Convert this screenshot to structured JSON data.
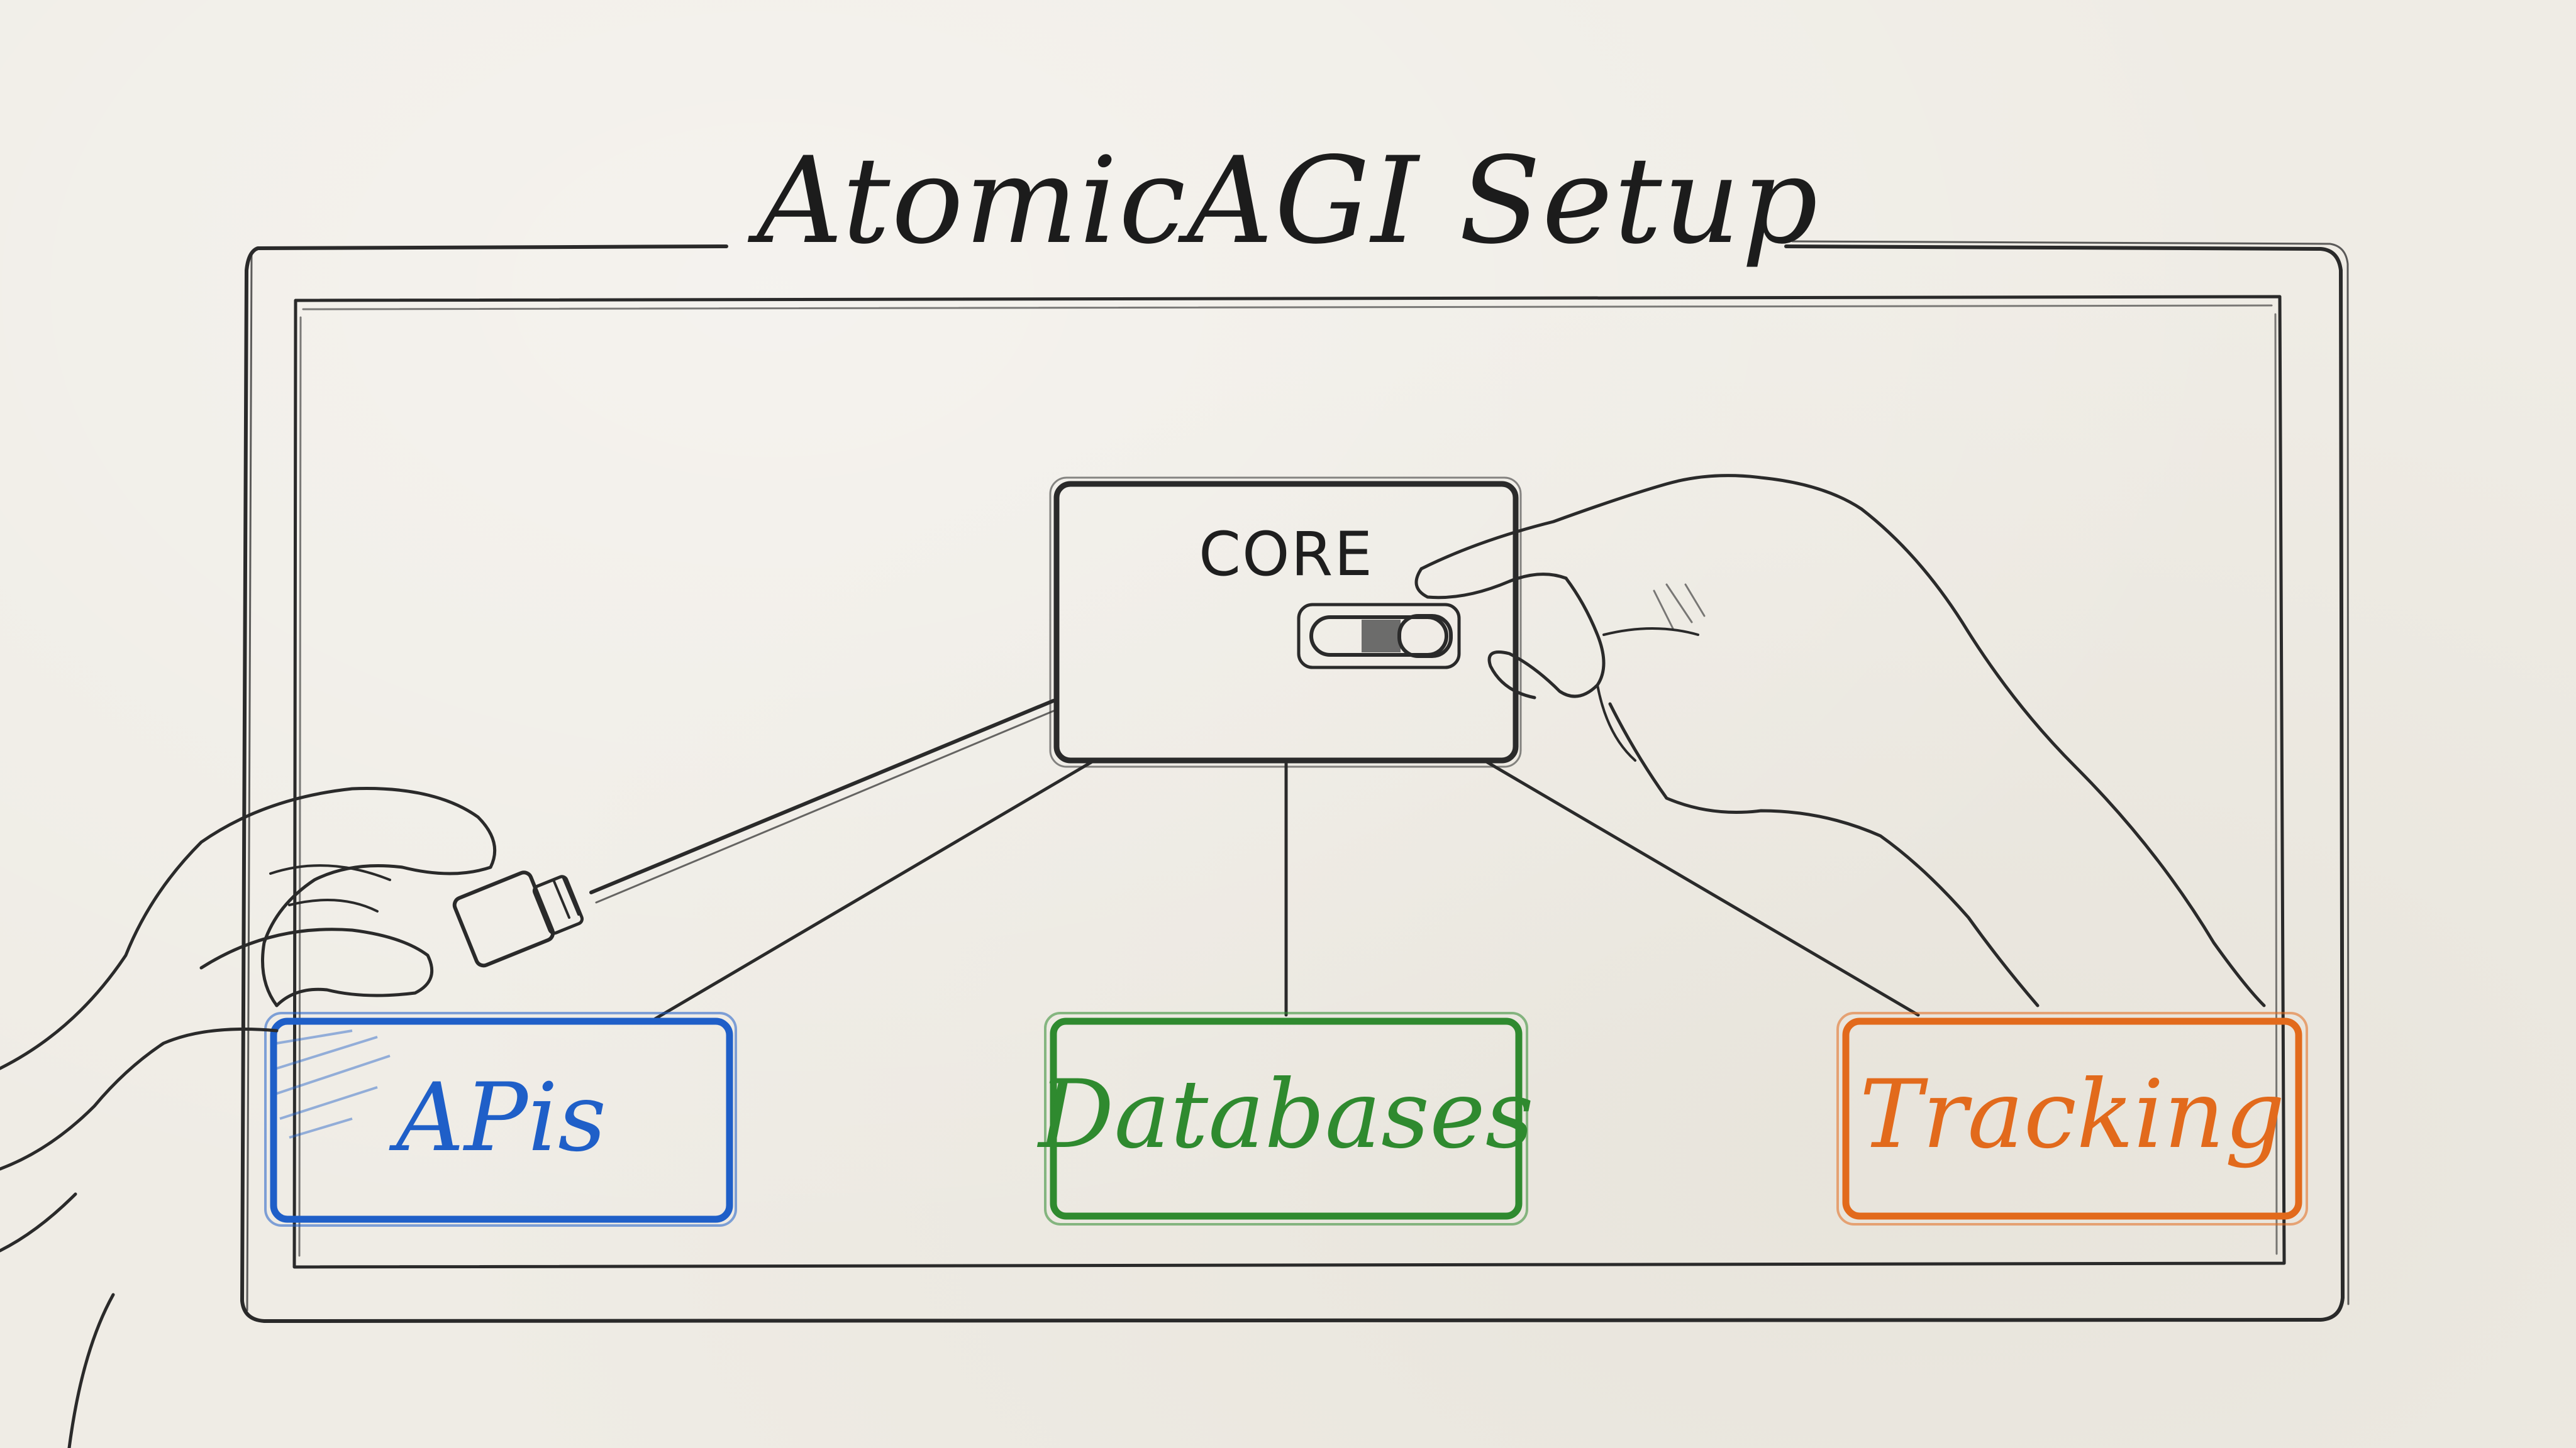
{
  "title": "AtomicAGI Setup",
  "core": {
    "label": "CORE"
  },
  "nodes": [
    {
      "id": "apis",
      "label": "APis",
      "color": "#1f5fc8"
    },
    {
      "id": "databases",
      "label": "Databases",
      "color": "#2f8a2f"
    },
    {
      "id": "tracking",
      "label": "Tracking",
      "color": "#e26a1c"
    }
  ],
  "colors": {
    "paper": "#efece5",
    "ink": "#1c1c1c"
  }
}
